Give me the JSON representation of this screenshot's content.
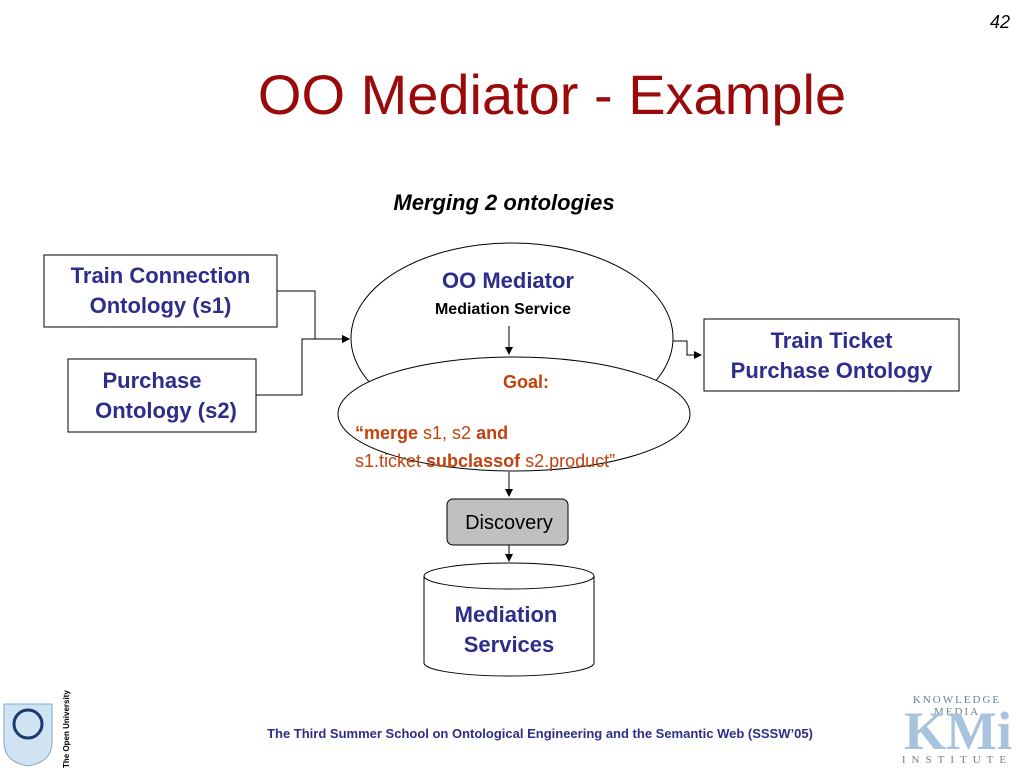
{
  "slide": {
    "number": "42",
    "title": "OO Mediator - Example",
    "subtitle": "Merging 2 ontologies"
  },
  "diagram": {
    "source1": {
      "line1": "Train Connection",
      "line2": "Ontology (s1)"
    },
    "source2": {
      "line1": "Purchase",
      "line2": "Ontology (s2)"
    },
    "mediator": {
      "title": "OO Mediator",
      "service": "Mediation Service"
    },
    "goal": {
      "label": "Goal:",
      "q_open": "“",
      "merge": "merge",
      "s1s2": " s1, s2 ",
      "and": "and",
      "s1ticket": "s1.ticket ",
      "subclassof": "subclassof",
      "s2product": " s2.product”"
    },
    "target": {
      "line1": "Train Ticket",
      "line2": "Purchase Ontology"
    },
    "discovery": "Discovery",
    "repository": {
      "line1": "Mediation",
      "line2": "Services"
    }
  },
  "footer": {
    "text": "The Third Summer School on Ontological Engineering and the Semantic Web (SSSW’05)",
    "ou_logo_text": "The Open University",
    "kmi_top": "KNOWLEDGE MEDIA",
    "kmi_logo": "KMi",
    "kmi_bottom": "INSTITUTE"
  },
  "colors": {
    "title": "#9b0a0a",
    "box_text": "#2d2d8a",
    "goal_text": "#c2410c",
    "discovery_fill": "#c0c0c0"
  }
}
